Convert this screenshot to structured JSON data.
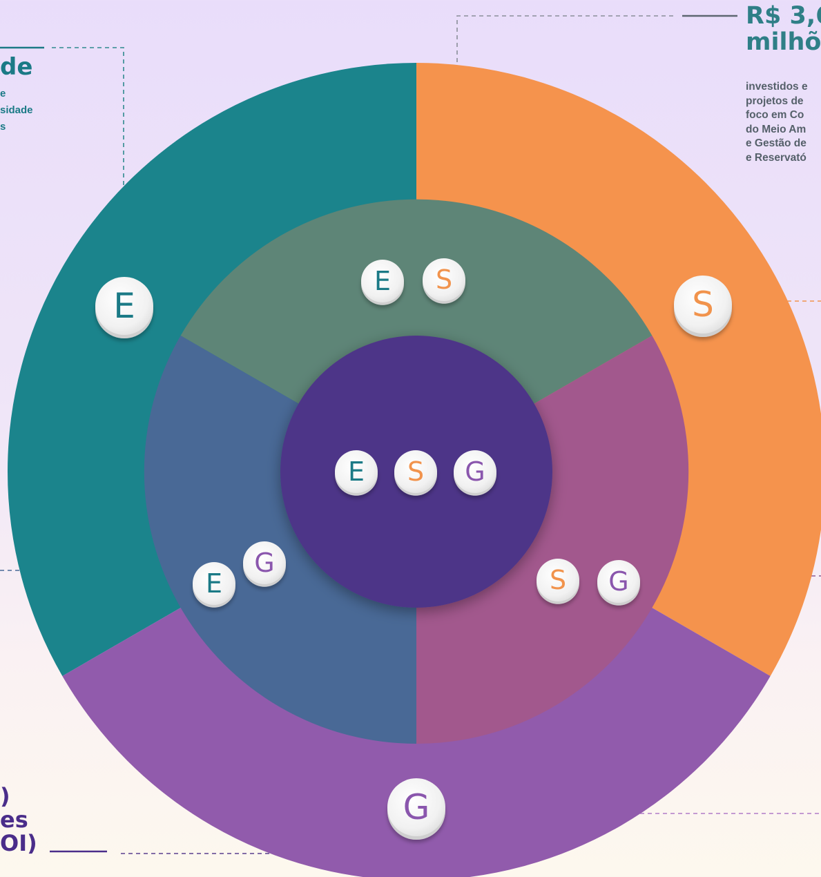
{
  "diagram": {
    "colors": {
      "outer_e": "#1b848c",
      "outer_s": "#f5934d",
      "outer_g": "#915bac",
      "mid_es": "#5e8577",
      "mid_sg": "#a2588d",
      "mid_eg": "#496996",
      "center": "#4e3588",
      "letter_e": "#1b7a86",
      "letter_s": "#f1934c",
      "letter_g": "#8a56ad"
    },
    "outer_ring": [
      {
        "letter": "E",
        "color": "outer_e"
      },
      {
        "letter": "S",
        "color": "outer_s"
      },
      {
        "letter": "G",
        "color": "outer_g"
      }
    ],
    "middle_ring": [
      {
        "letters": [
          "E",
          "S"
        ]
      },
      {
        "letters": [
          "S",
          "G"
        ]
      },
      {
        "letters": [
          "E",
          "G"
        ]
      }
    ],
    "center": {
      "letters": [
        "E",
        "S",
        "G"
      ]
    }
  },
  "callouts": {
    "top_left": {
      "title": "de",
      "lines": [
        "e",
        "sidade",
        "s"
      ]
    },
    "top_right": {
      "title_lines": [
        "R$ 3,6",
        "milhõ"
      ],
      "lines": [
        "investidos e",
        "projetos de",
        "foco em Co",
        "do Meio Am",
        "e Gestão de",
        "e Reservató"
      ]
    },
    "bottom_left": {
      "title_lines": [
        ")",
        "es",
        "OI)"
      ]
    }
  }
}
